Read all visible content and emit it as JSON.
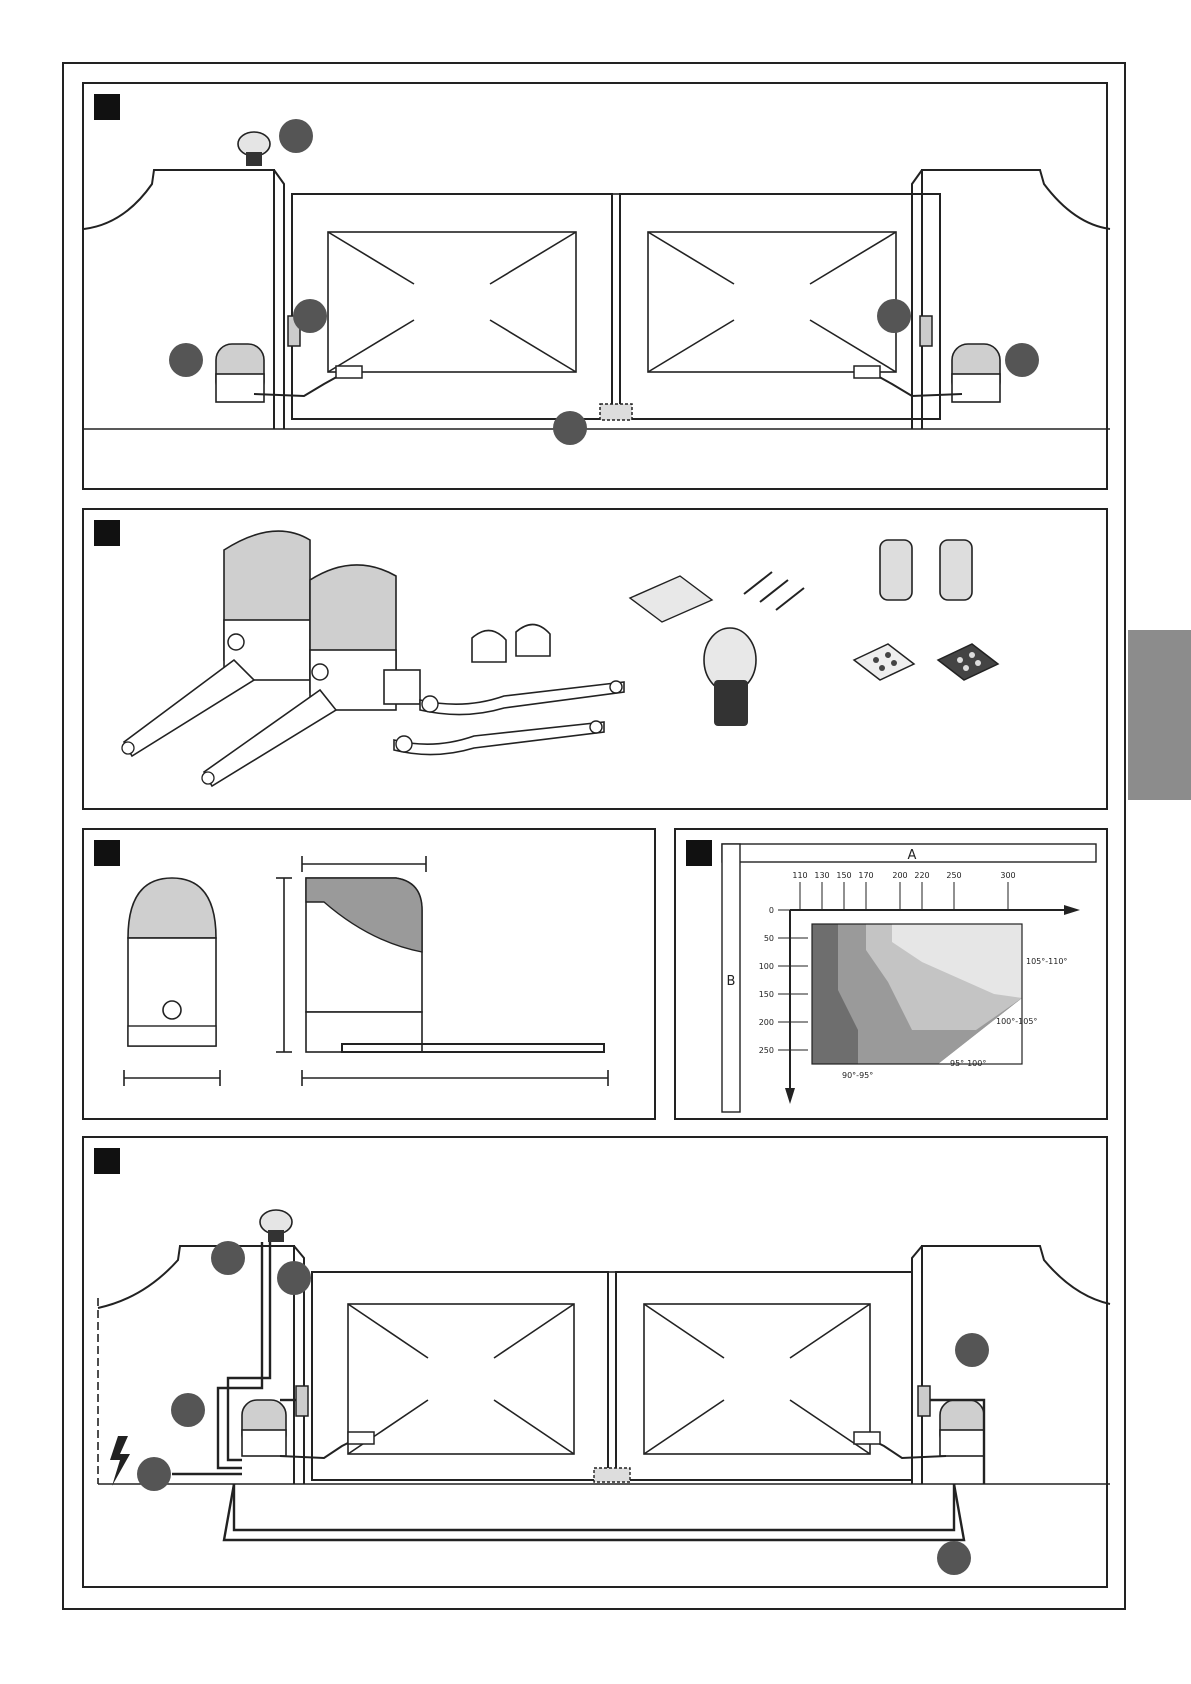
{
  "chart_data": {
    "type": "area",
    "x_axis_label": "A",
    "y_axis_label": "B",
    "x_ticks": [
      "110",
      "130",
      "150",
      "170",
      "200",
      "220",
      "250",
      "300"
    ],
    "y_ticks": [
      "0",
      "50",
      "100",
      "150",
      "200",
      "250"
    ],
    "regions": [
      {
        "label": "105°-110°",
        "color": "#e6e6e6"
      },
      {
        "label": "100°-105°",
        "color": "#c4c4c4"
      },
      {
        "label": "95°-100°",
        "color": "#9a9a9a"
      },
      {
        "label": "90°-95°",
        "color": "#6e6e6e"
      }
    ]
  },
  "colors": {
    "fig_tag": "#111111",
    "side_tab": "#8c8c8c",
    "callout": "#555555",
    "motor_cover": "#cfcfcf"
  },
  "icons": [
    "gate-diagram",
    "flashing-light",
    "photocell",
    "gear-motor",
    "gate-stop",
    "remote-transmitter",
    "power-supply-icon"
  ]
}
